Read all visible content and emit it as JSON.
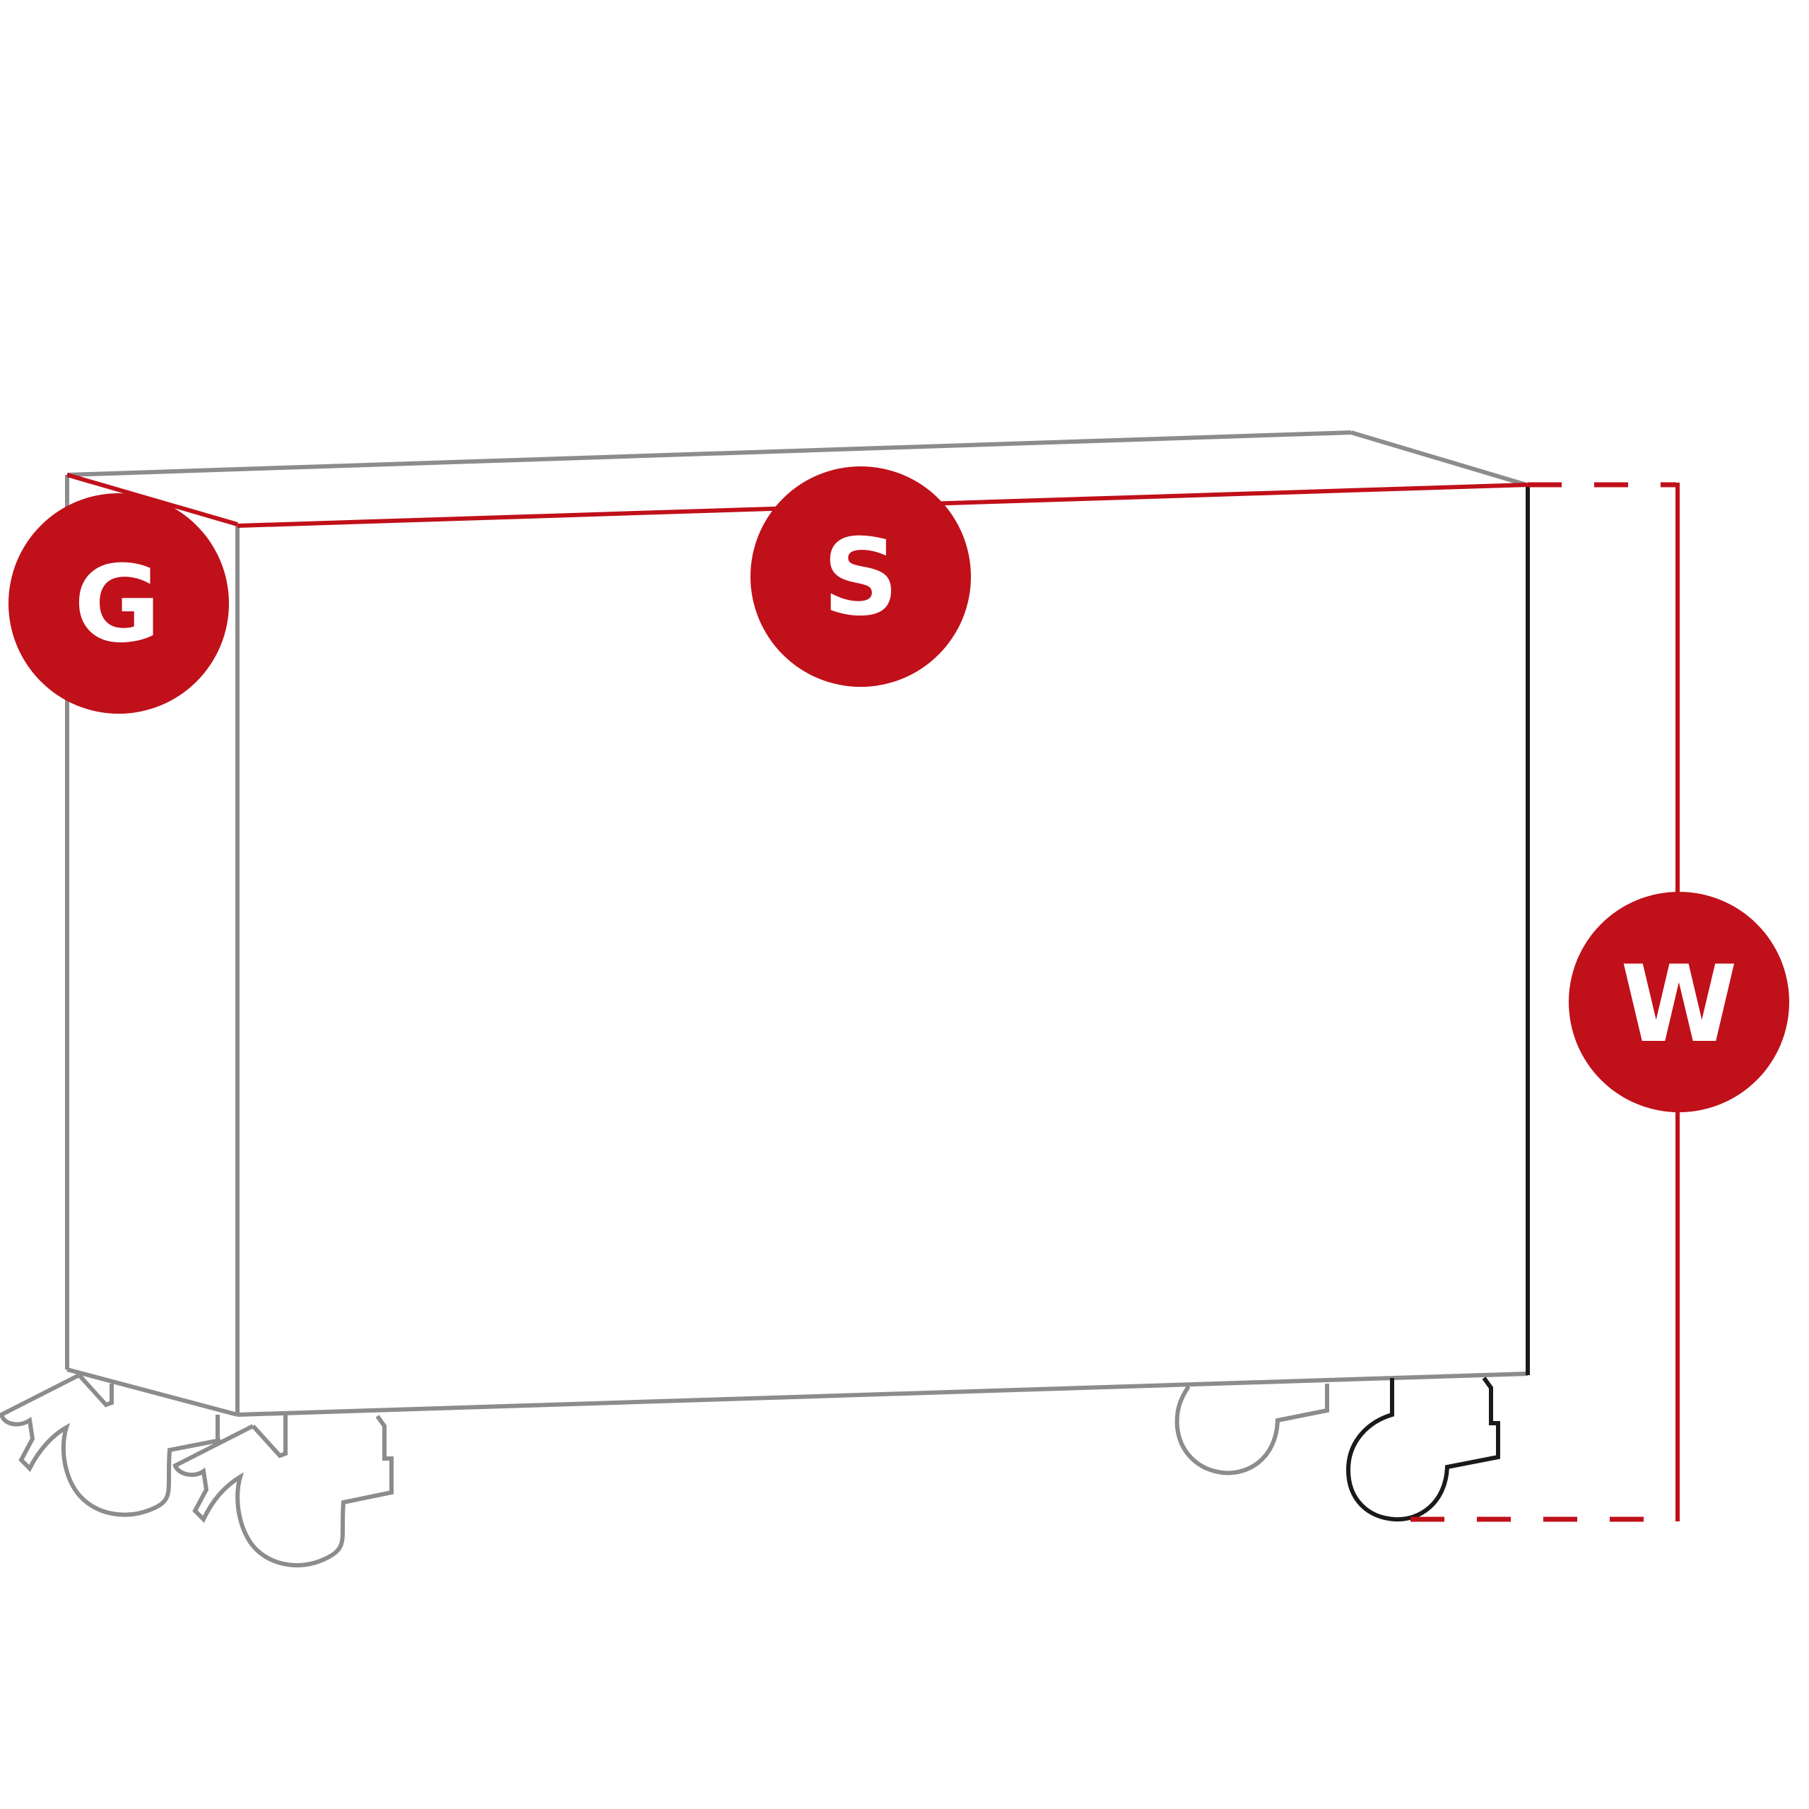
{
  "labels": {
    "depth": "G",
    "width": "S",
    "height": "W"
  },
  "colors": {
    "accent": "#c0101a",
    "outline": "#8c8c8c",
    "edge": "#1a1a1a",
    "label_text": "#ffffff"
  }
}
